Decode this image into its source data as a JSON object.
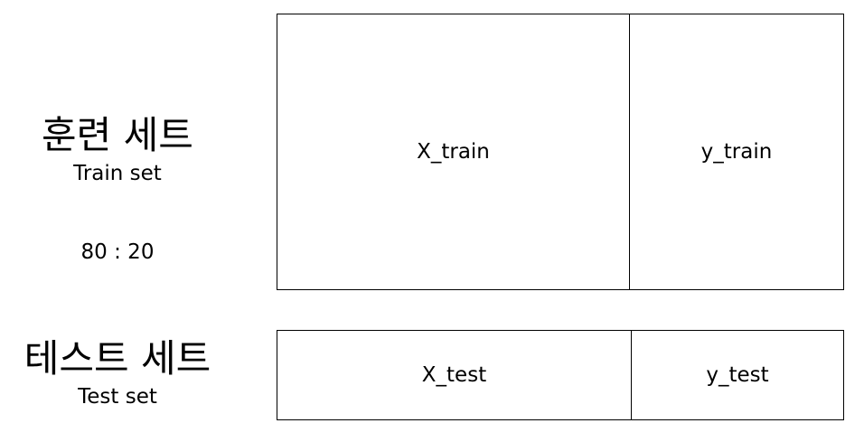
{
  "train": {
    "title_ko": "훈련 세트",
    "title_en": "Train set",
    "features": "X_train",
    "target": "y_train"
  },
  "ratio": "80 : 20",
  "test": {
    "title_ko": "테스트 세트",
    "title_en": "Test set",
    "features": "X_test",
    "target": "y_test"
  }
}
